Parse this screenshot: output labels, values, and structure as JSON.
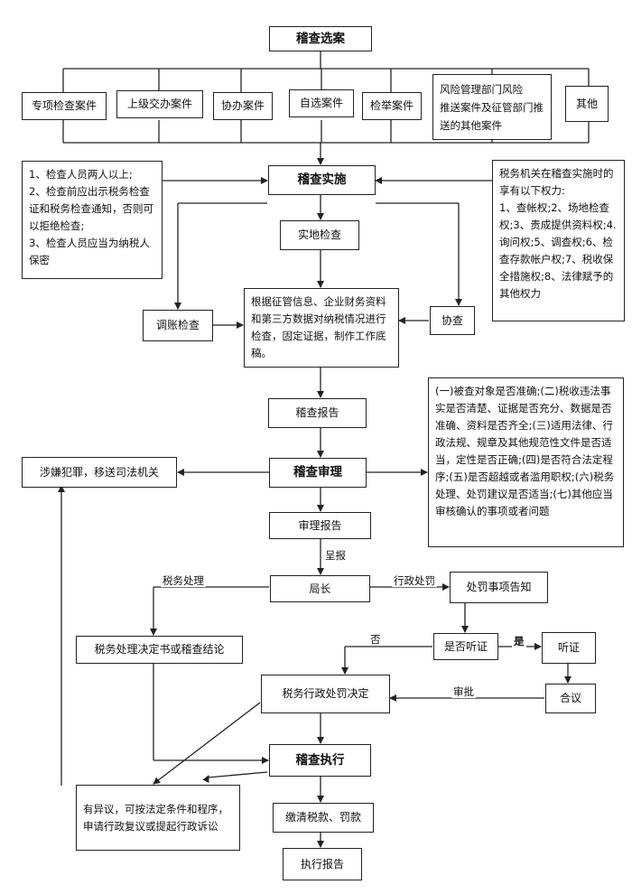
{
  "nodes": {
    "select": "稽查选案",
    "special": "专项检查案件",
    "superior": "上级交办案件",
    "assist_case": "协办案件",
    "self_select": "自选案件",
    "report_case": "检举案件",
    "risk": "风险管理部门风险\n推送案件及征管部门推\n送的其他案件",
    "other": "其他",
    "implement": "稽查实施",
    "left_note": "1、检查人员两人以上;\n2、检查前应出示税务检查证和税务检查通知，否则可以拒绝检查;\n3、检查人员应当为纳税人保密",
    "right_note": "税务机关在稽查实施时的享有以下权力:\n1、查帐权;2、场地检查权;3、责成提供资料权;4.询问权;5、调查权;6、检查存款帐户权;7、税收保全措施权;8、法律赋予的其他权力",
    "field_check": "实地检查",
    "account_check": "调账检查",
    "main_check": "根据征管信息、企业财务资料和第三方数据对纳税情况进行检查，固定证据，制作工作底稿。",
    "assist_check": "协查",
    "check_report": "稽查报告",
    "review_note": "(一)被查对象是否准确;(二)税收违法事实是否清楚、证据是否充分、数据是否准确、资料是否齐全;(三)适用法律、行政法规、规章及其他规范性文件是否适当，定性是否正确;(四)是否符合法定程序;(五)是否超越或者滥用职权;(六)税务处理、处罚建议是否适当;(七)其他应当审核确认的事项或者问题",
    "crime": "涉嫌犯罪，移送司法机关",
    "review": "稽查审理",
    "review_report": "审理报告",
    "director": "局长",
    "penalty_notice": "处罚事项告知",
    "tax_decision": "税务处理决定书或稽查结论",
    "hearing_q": "是否听证",
    "hearing": "听证",
    "penalty_decision": "税务行政处罚决定",
    "council": "合议",
    "execute": "稽查执行",
    "objection": "有异议，可按法定条件和程序，申请行政复议或提起行政诉讼",
    "pay": "缴清税款、罚款",
    "exec_report": "执行报告"
  },
  "labels": {
    "submit": "呈报",
    "tax_handle": "税务处理",
    "admin_penalty": "行政处罚",
    "no": "否",
    "yes": "是",
    "approve": "审批"
  }
}
